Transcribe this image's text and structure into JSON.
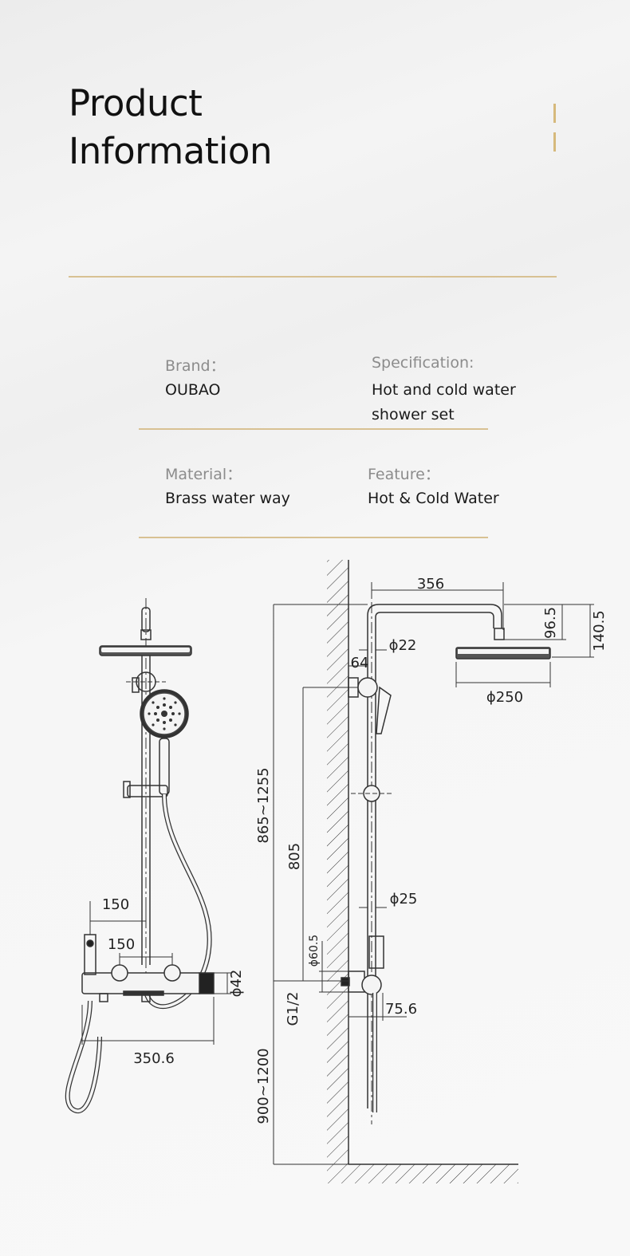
{
  "header": {
    "title_line1": "Product",
    "title_line2": "Information"
  },
  "specs": {
    "brand": {
      "label": "Brand：",
      "value": "OUBAO"
    },
    "specification": {
      "label": "Specification:",
      "value_line1": "Hot and cold water",
      "value_line2": "shower set"
    },
    "material": {
      "label": "Material：",
      "value": "Brass water way"
    },
    "feature": {
      "label": "Feature：",
      "value": "Hot & Cold Water"
    }
  },
  "dimensions": {
    "arm_length": "356",
    "head_drop": "96.5",
    "total_head_height": "140.5",
    "pipe_diameter_top": "ϕ22",
    "wall_offset": "64",
    "head_diameter": "ϕ250",
    "adjust_height": "865~1255",
    "riser_height": "805",
    "pipe_diameter_bottom": "ϕ25",
    "mixer_body_diameter": "ϕ60.5",
    "inlet_thread": "G1/2",
    "mixer_depth": "75.6",
    "install_height": "900~1200",
    "front_width_a": "150",
    "front_width_b": "150",
    "mixer_width": "350.6",
    "mixer_diameter": "ϕ42"
  },
  "colors": {
    "gold": "#d6b97c",
    "ink": "#222222"
  }
}
